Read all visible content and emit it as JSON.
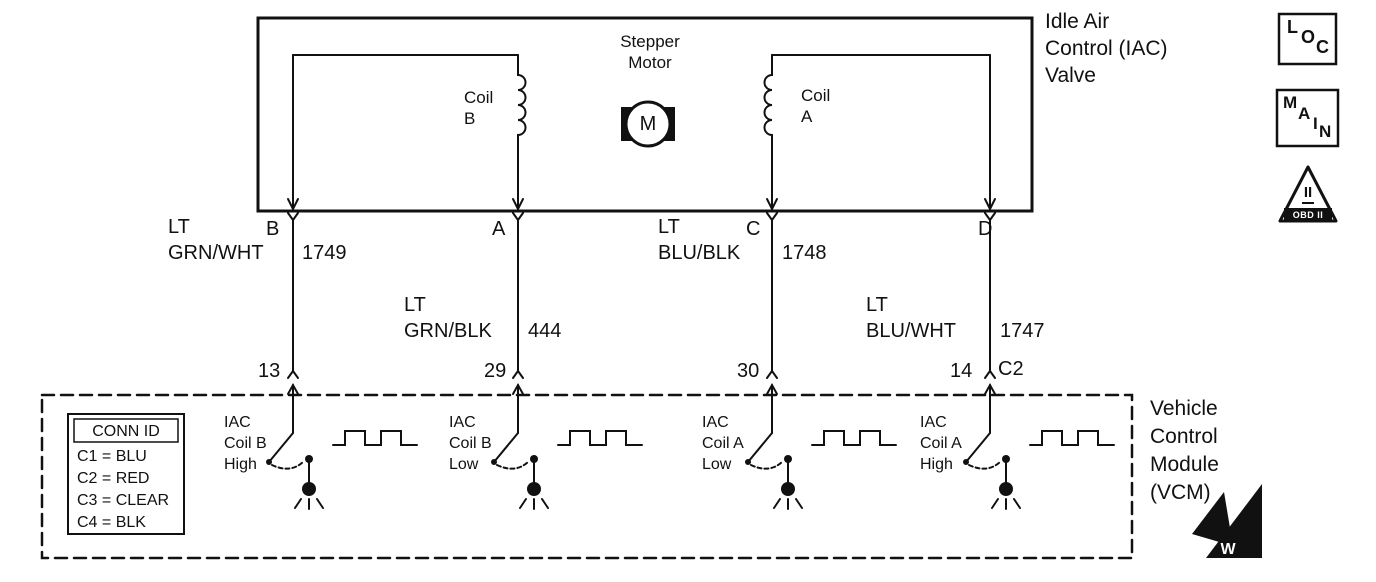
{
  "diagram": {
    "iac": {
      "title": [
        "Idle Air",
        "Control (IAC)",
        "Valve"
      ],
      "stepper": [
        "Stepper",
        "Motor"
      ],
      "motor_letter": "M",
      "coil_b": [
        "Coil",
        "B"
      ],
      "coil_a": [
        "Coil",
        "A"
      ]
    },
    "wires": [
      {
        "terminal": "B",
        "prefix": "LT",
        "color": "GRN/WHT",
        "circuit": "1749",
        "pin": "13"
      },
      {
        "terminal": "A",
        "prefix": "LT",
        "color": "GRN/BLK",
        "circuit": "444",
        "pin": "29"
      },
      {
        "terminal": "C",
        "prefix": "LT",
        "color": "BLU/BLK",
        "circuit": "1748",
        "pin": "30"
      },
      {
        "terminal": "D",
        "prefix": "LT",
        "color": "BLU/WHT",
        "circuit": "1747",
        "pin": "14"
      }
    ],
    "vcm": {
      "title": [
        "Vehicle",
        "Control",
        "Module",
        "(VCM)"
      ],
      "connector": "C2",
      "conn_id_header": "CONN ID",
      "conn_id_entries": [
        "C1 = BLU",
        "C2 = RED",
        "C3 = CLEAR",
        "C4 = BLK"
      ],
      "drivers": [
        {
          "lines": [
            "IAC",
            "Coil B",
            "High"
          ]
        },
        {
          "lines": [
            "IAC",
            "Coil B",
            "Low"
          ]
        },
        {
          "lines": [
            "IAC",
            "Coil A",
            "Low"
          ]
        },
        {
          "lines": [
            "IAC",
            "Coil A",
            "High"
          ]
        }
      ]
    },
    "badges": {
      "loc": [
        "L",
        "O",
        "C"
      ],
      "main": [
        "M",
        "A",
        "I",
        "N"
      ],
      "obd_numeral": "II",
      "obd_label": "OBD II"
    },
    "logo_letter": "W",
    "colors": {
      "ink": "#111111",
      "background": "#ffffff"
    }
  }
}
